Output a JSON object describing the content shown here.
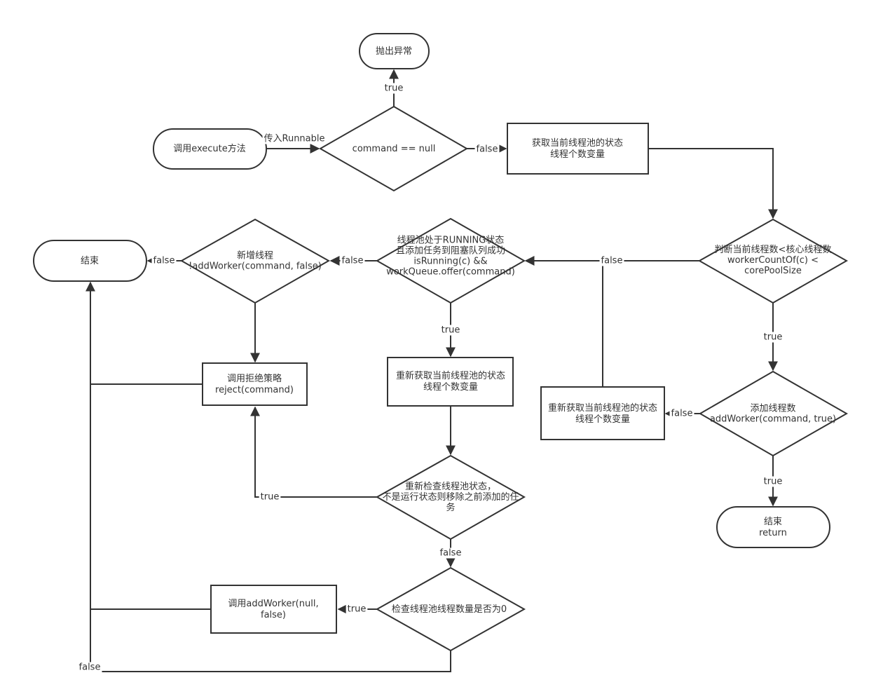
{
  "nodes": {
    "throw_exception": [
      "抛出异常"
    ],
    "call_execute": [
      "调用execute方法"
    ],
    "check_null": [
      "command == null"
    ],
    "get_state": [
      "获取当前线程池的状态",
      "线程个数变量"
    ],
    "check_core": [
      "判断当前线程数<核心线程数",
      "workerCountOf(c) <",
      "corePoolSize"
    ],
    "add_worker_core": [
      "添加线程数",
      "addWorker(command, true)"
    ],
    "end_return": [
      "结束",
      "return"
    ],
    "reget_state_right": [
      "重新获取当前线程池的状态",
      "线程个数变量"
    ],
    "check_running": [
      "线程池处于RUNNING状态",
      "且添加任务到阻塞队列成功",
      "isRunning(c) &&",
      "workQueue.offer(command)"
    ],
    "add_worker_new": [
      "新增线程",
      "!addWorker(command, false)"
    ],
    "end": [
      "结束"
    ],
    "reject": [
      "调用拒绝策略",
      "reject(command)"
    ],
    "reget_state_mid": [
      "重新获取当前线程池的状态",
      "线程个数变量"
    ],
    "recheck": [
      "重新检查线程池状态，",
      "不是运行状态则移除之前添加的任",
      "务"
    ],
    "check_zero": [
      "检查线程池线程数量是否为0"
    ],
    "add_worker_null": [
      "调用addWorker(null,",
      "false)"
    ]
  },
  "edge_labels": {
    "runnable": "传入Runnable",
    "null_true": "true",
    "null_false": "false",
    "core_true": "true",
    "core_false": "false",
    "addcore_true": "true",
    "addcore_false": "false",
    "running_true": "true",
    "running_false": "false",
    "newworker_false": "false",
    "recheck_true": "true",
    "recheck_false": "false",
    "zero_true": "true",
    "zero_false": "false"
  }
}
